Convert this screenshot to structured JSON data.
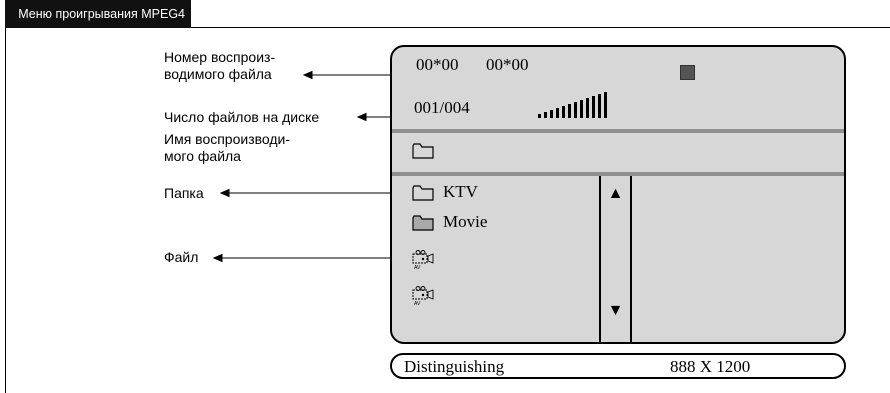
{
  "header": {
    "title": "Меню проигрывания MPEG4"
  },
  "labels": {
    "file_number_line1": "Номер воспроиз-",
    "file_number_line2": "водимого файла",
    "file_count": "Число файлов на диске",
    "file_name_line1": "Имя воспроизводи-",
    "file_name_line2": "мого файла",
    "folder": "Папка",
    "file": "Файл"
  },
  "screen": {
    "time_elapsed": "00*00",
    "time_total": "00*00",
    "track_counter": "001/004",
    "folders": [
      {
        "name": "KTV",
        "icon": "folder-icon"
      },
      {
        "name": "Movie",
        "icon": "folder-icon"
      }
    ],
    "files": [
      {
        "icon": "av-file-icon",
        "icon_label": "AV"
      },
      {
        "icon": "av-file-icon",
        "icon_label": "AV"
      }
    ],
    "scroll_up": "▲",
    "scroll_down": "▼"
  },
  "status": {
    "label": "Distinguishing",
    "resolution": "888 X 1200"
  }
}
